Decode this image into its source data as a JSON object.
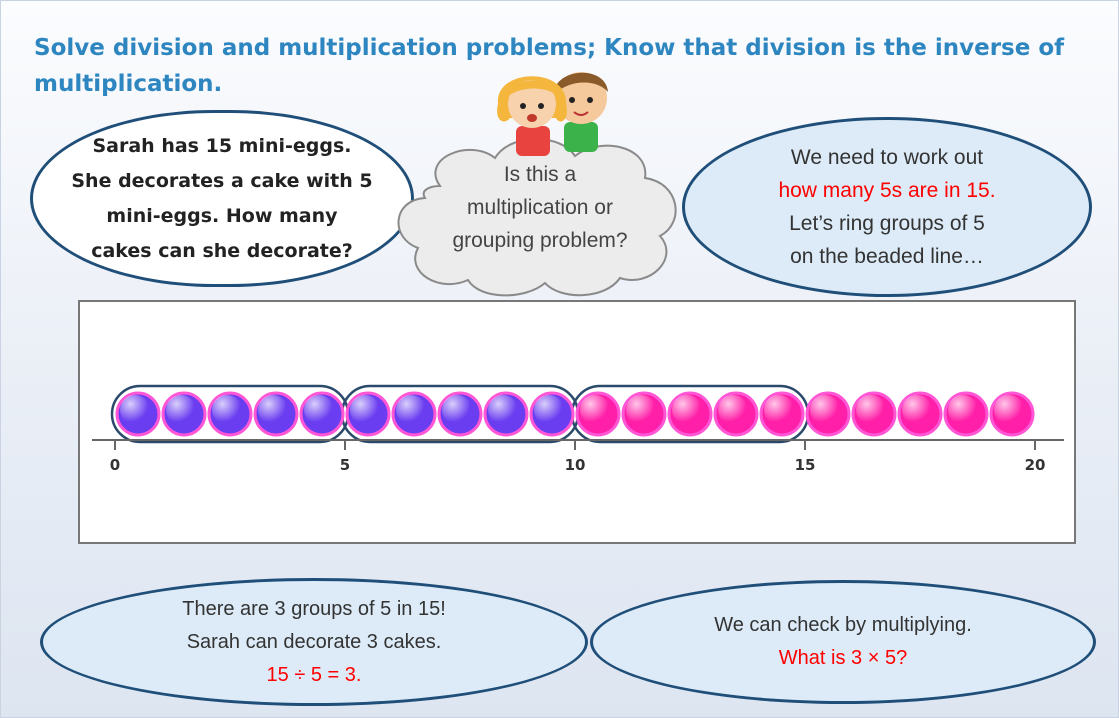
{
  "title": "Solve division and multiplication problems; Know that division is the inverse of multiplication.",
  "problem_bubble": {
    "lines": [
      "Sarah has 15 mini-eggs.",
      "She decorates a cake with 5",
      "mini-eggs.  How many",
      "cakes can she decorate?"
    ]
  },
  "thought_cloud": {
    "lines": [
      "Is this a",
      "multiplication or",
      "grouping problem?"
    ]
  },
  "work_bubble": {
    "line1": "We need to work out",
    "highlight": "how many 5s are in 15.",
    "line3": "Let’s ring groups of 5",
    "line4": "on the beaded line…"
  },
  "number_line": {
    "start": 0,
    "end": 20,
    "tick_labels": [
      "0",
      "5",
      "10",
      "15",
      "20"
    ],
    "beads": 20,
    "bead_colors": [
      "#6a3df0",
      "#6a3df0",
      "#6a3df0",
      "#6a3df0",
      "#6a3df0",
      "#6a3df0",
      "#6a3df0",
      "#6a3df0",
      "#6a3df0",
      "#6a3df0",
      "#ff1fa8",
      "#ff1fa8",
      "#ff1fa8",
      "#ff1fa8",
      "#ff1fa8",
      "#ff1fa8",
      "#ff1fa8",
      "#ff1fa8",
      "#ff1fa8",
      "#ff1fa8"
    ],
    "ring_color": "#2b4a6b",
    "groups": [
      [
        0,
        5
      ],
      [
        5,
        10
      ],
      [
        10,
        15
      ]
    ]
  },
  "answer_bubble": {
    "line1": "There are 3 groups of 5 in 15!",
    "line2": "Sarah can decorate 3 cakes.",
    "equation": "15 ÷ 5 = 3."
  },
  "check_bubble": {
    "line1": "We can check by multiplying.",
    "question": "What is 3 × 5?"
  },
  "colors": {
    "title": "#2e86c1",
    "highlight": "#ff0000",
    "bubble_border": "#1f4e79",
    "bubble_fill": "#dcebf7"
  },
  "icons": [
    "children-illustration",
    "thought-cloud"
  ]
}
